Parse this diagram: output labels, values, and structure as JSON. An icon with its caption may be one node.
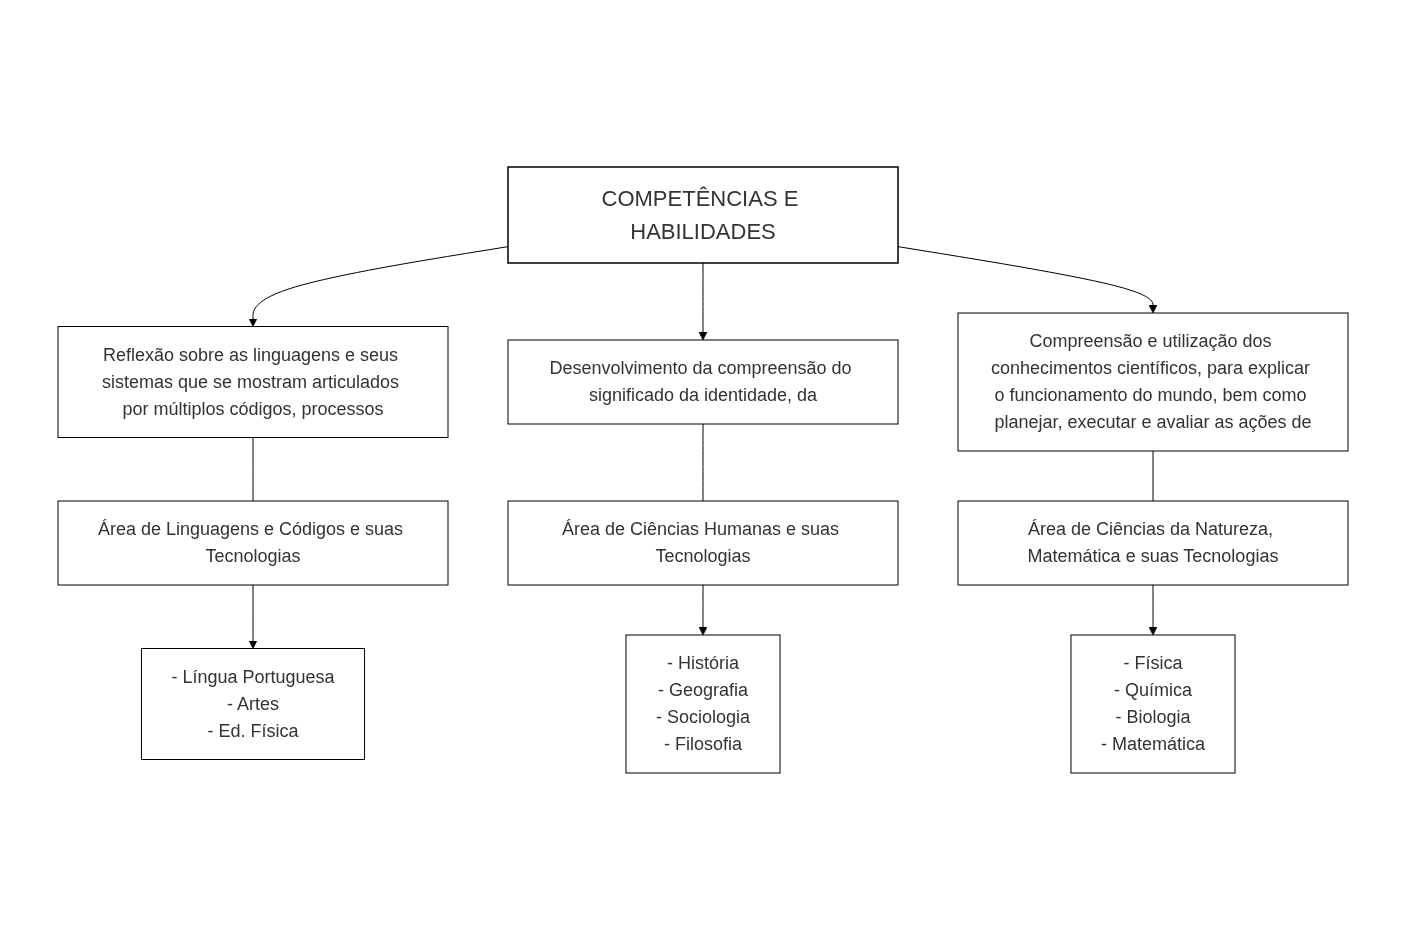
{
  "diagram": {
    "nodes": [
      {
        "text": [
          "COMPETÊNCIAS E HABILIDADES"
        ]
      },
      {
        "text": [
          "Reflexão sobre as linguagens e seus sistemas que se mostram articulados por múltiplos códigos, processos"
        ]
      },
      {
        "text": [
          "Desenvolvimento da compreensão do significado da identidade, da"
        ]
      },
      {
        "text": [
          "Compreensão e utilização dos conhecimentos científicos, para explicar o funcionamento do mundo, bem como planejar, executar e avaliar as ações de"
        ]
      },
      {
        "text": [
          "Área de Linguagens e Códigos e suas Tecnologias"
        ]
      },
      {
        "text": [
          "Área de Ciências Humanas e suas Tecnologias"
        ]
      },
      {
        "text": [
          "Área de Ciências da Natureza, Matemática e suas Tecnologias"
        ]
      },
      {
        "text": [
          "- Língua Portuguesa",
          "- Artes",
          "- Ed. Física"
        ]
      },
      {
        "text": [
          "- História",
          "- Geografia",
          "- Sociologia",
          "- Filosofia"
        ]
      },
      {
        "text": [
          "- Física",
          "- Química",
          "- Biologia",
          "- Matemática"
        ]
      }
    ],
    "edges": [
      {
        "from": 0,
        "to": 1,
        "arrow": "to"
      },
      {
        "from": 0,
        "to": 2,
        "arrow": "to"
      },
      {
        "from": 0,
        "to": 3,
        "arrow": "to"
      },
      {
        "from": 1,
        "to": 4,
        "arrow": "none"
      },
      {
        "from": 2,
        "to": 5,
        "arrow": "none"
      },
      {
        "from": 3,
        "to": 6,
        "arrow": "none"
      },
      {
        "from": 4,
        "to": 7,
        "arrow": "to"
      },
      {
        "from": 5,
        "to": 8,
        "arrow": "to"
      },
      {
        "from": 6,
        "to": 9,
        "arrow": "to"
      }
    ]
  }
}
